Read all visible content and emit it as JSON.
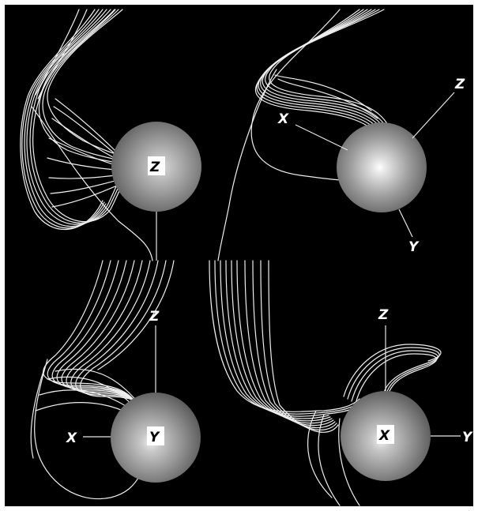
{
  "panels": [
    {
      "id": "top-left",
      "axes": [
        "Z"
      ],
      "boxed_axis": "Z"
    },
    {
      "id": "top-right",
      "axes": [
        "X",
        "Z",
        "Y"
      ],
      "boxed_axis": ""
    },
    {
      "id": "bottom-left",
      "axes": [
        "Z",
        "X",
        "Y"
      ],
      "boxed_axis": "Y"
    },
    {
      "id": "bottom-right",
      "axes": [
        "Z",
        "X",
        "Y"
      ],
      "boxed_axis": "X"
    }
  ],
  "colors": {
    "background": "#000000",
    "border": "#ffffff",
    "field_lines": "#eeeeee",
    "sphere_highlight": "#ffffff",
    "sphere_shadow": "#5a5a5a"
  }
}
